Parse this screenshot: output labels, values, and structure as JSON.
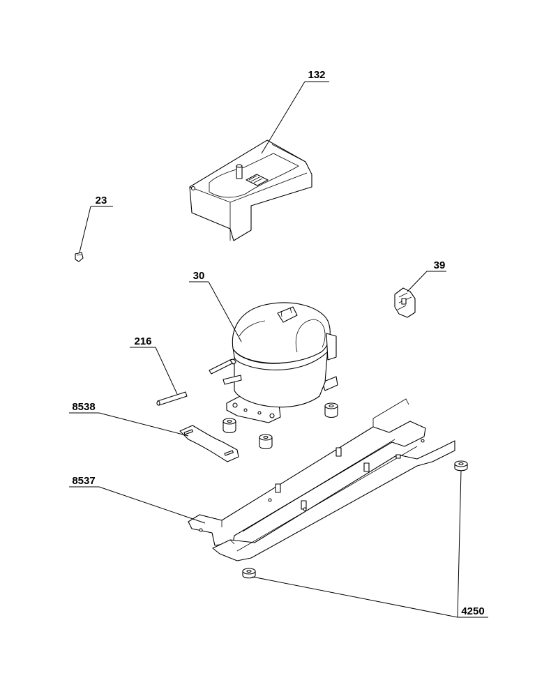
{
  "diagram": {
    "labels": {
      "p132": "132",
      "p23": "23",
      "p39": "39",
      "p30": "30",
      "p216": "216",
      "p8538": "8538",
      "p8537": "8537",
      "p4250": "4250"
    }
  }
}
